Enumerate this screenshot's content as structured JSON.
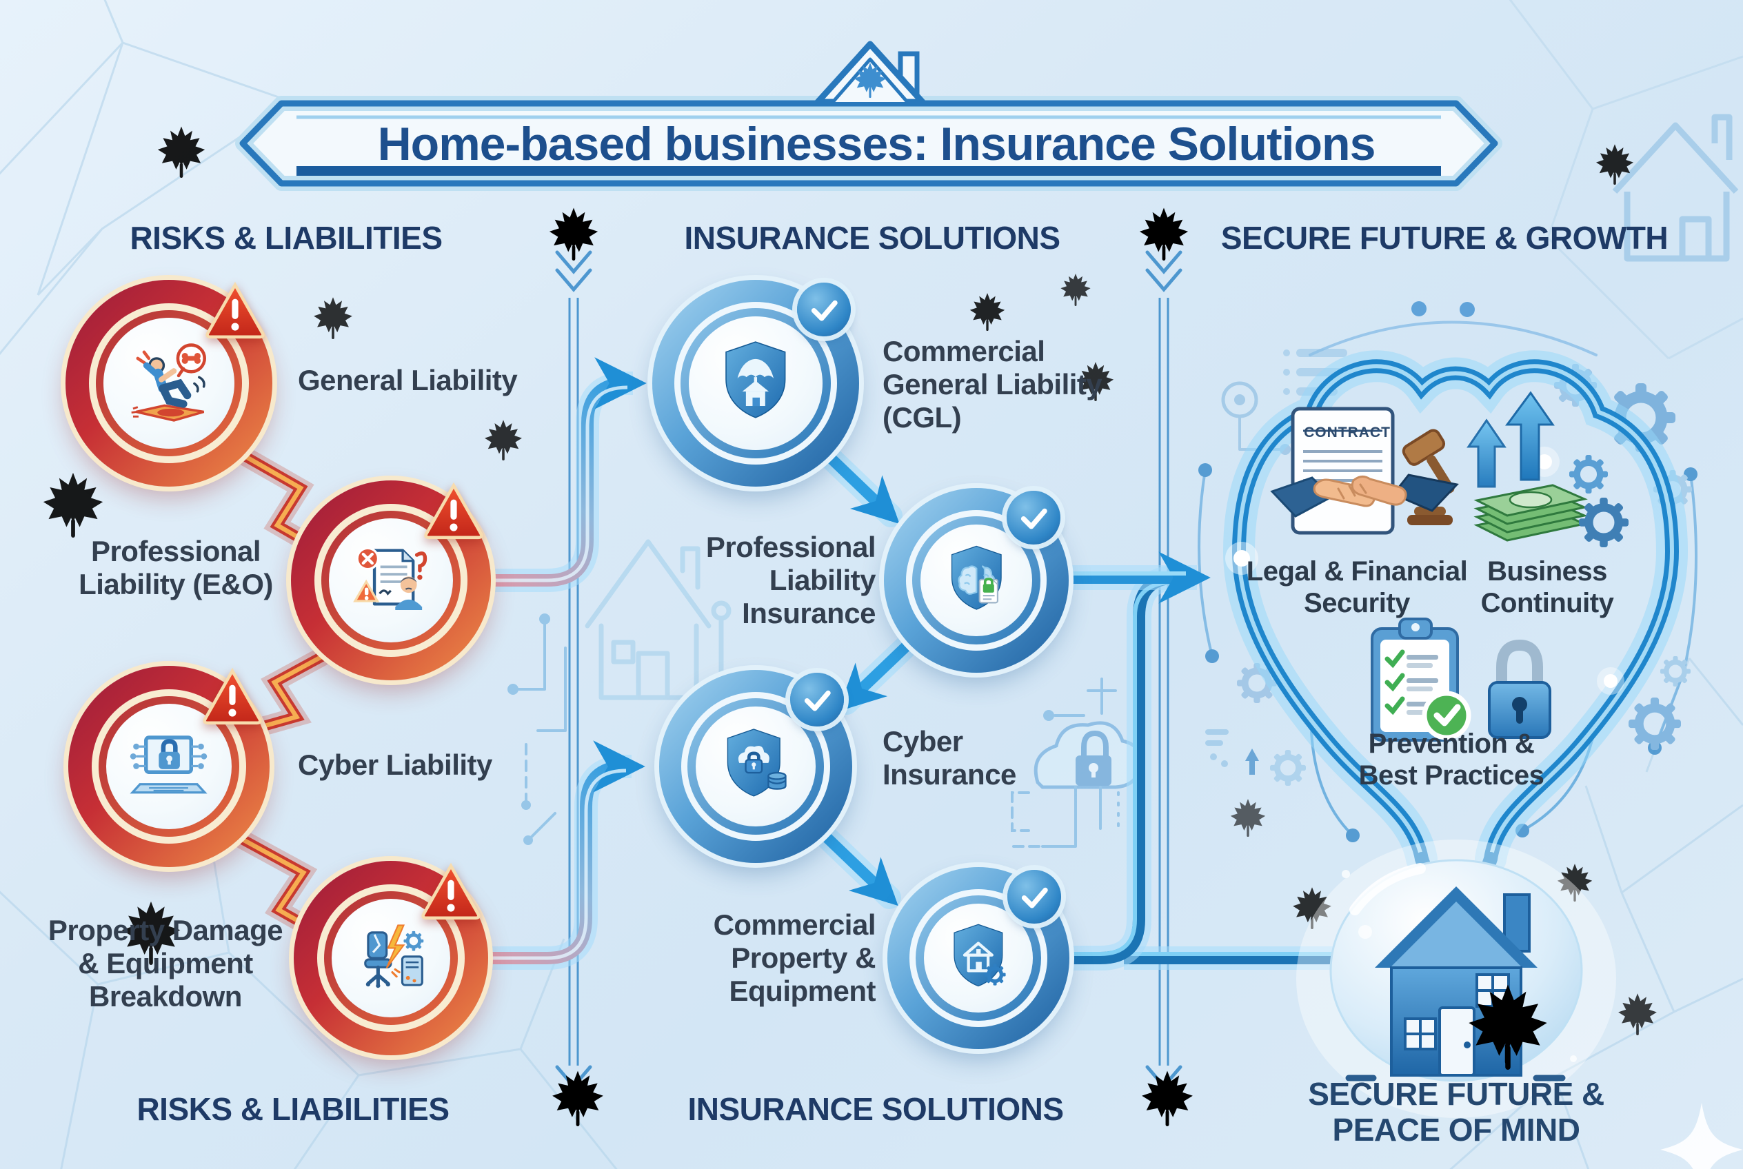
{
  "title": "Home-based businesses: Insurance Solutions",
  "columns": {
    "risks": {
      "header": "RISKS & LIABILITIES",
      "footer": "RISKS & LIABILITIES"
    },
    "solutions": {
      "header": "INSURANCE SOLUTIONS",
      "footer": "INSURANCE SOLUTIONS"
    },
    "growth": {
      "header": "SECURE FUTURE & GROWTH"
    }
  },
  "risks": [
    {
      "label": "General Liability",
      "icon": "slip-and-fall-icon"
    },
    {
      "label": "Professional Liability (E&O)",
      "icon": "document-error-icon"
    },
    {
      "label": "Cyber Liability",
      "icon": "laptop-lock-icon"
    },
    {
      "label": "Property Damage & Equipment Breakdown",
      "icon": "broken-equipment-icon"
    }
  ],
  "solutions": [
    {
      "label": "Commercial General Liability (CGL)",
      "icon": "shield-umbrella-house-icon"
    },
    {
      "label": "Professional Liability Insurance",
      "icon": "shield-brain-document-icon"
    },
    {
      "label": "Cyber Insurance",
      "icon": "shield-cloud-lock-icon"
    },
    {
      "label": "Commercial Property & Equipment",
      "icon": "shield-house-gear-icon"
    }
  ],
  "outcomes": [
    {
      "label": "Legal & Financial Security",
      "icon": "contract-handshake-gavel-icon",
      "contract_label": "CONTRACT"
    },
    {
      "label": "Business Continuity",
      "icon": "money-growth-gears-icon"
    },
    {
      "label": "Prevention & Best Practices",
      "icon": "checklist-padlock-icon"
    }
  ],
  "final_outcome": {
    "label": "SECURE FUTURE & PEACE OF MIND",
    "icon": "house-in-bubble-icon"
  },
  "colors": {
    "background": "#d9e9f6",
    "title_text": "#1d4f8d",
    "header_text": "#1e3a66",
    "label_text": "#333f4f",
    "risk_ring_red": "#c22f3a",
    "risk_ring_orange": "#f09a4a",
    "warning_red": "#d93a2b",
    "solution_ring_blue": "#2a77b8",
    "connector_blue": "#2b9fe0",
    "maple_leaf_blue": "#5aa3dd"
  }
}
